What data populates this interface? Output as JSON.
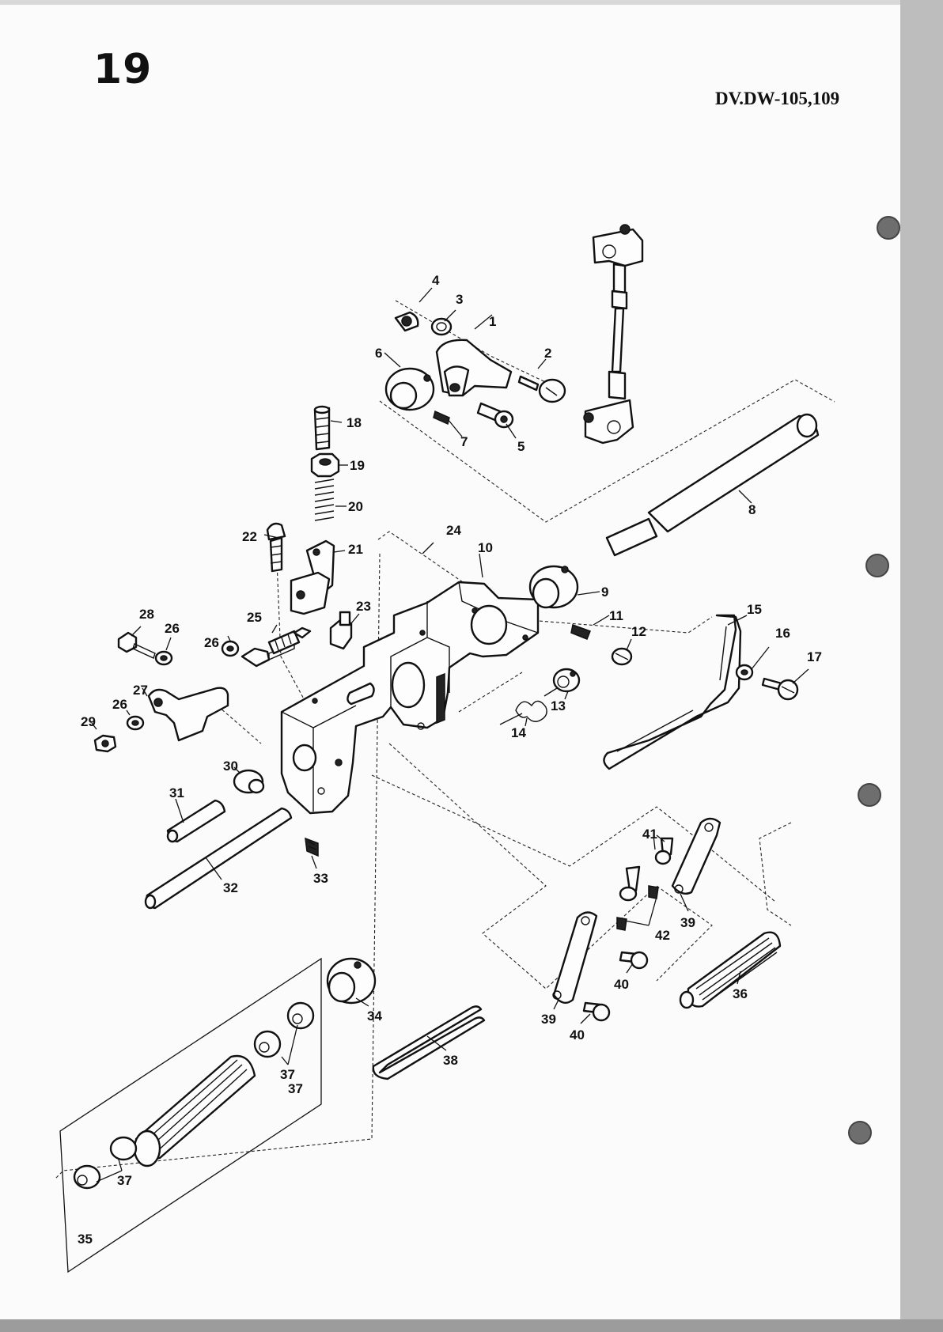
{
  "page": {
    "number": "19",
    "model": "DV.DW-105,109"
  },
  "callouts": [
    "1",
    "2",
    "3",
    "4",
    "5",
    "6",
    "7",
    "8",
    "9",
    "10",
    "11",
    "12",
    "13",
    "14",
    "15",
    "16",
    "17",
    "18",
    "19",
    "20",
    "21",
    "22",
    "23",
    "24",
    "25",
    "26",
    "26",
    "26",
    "27",
    "28",
    "29",
    "30",
    "31",
    "32",
    "33",
    "34",
    "35",
    "36",
    "37",
    "37",
    "37",
    "38",
    "39",
    "39",
    "40",
    "40",
    "41",
    "42"
  ],
  "binder_holes": 4,
  "colors": {
    "page": "#fbfbfb",
    "ink": "#111111",
    "binder_edge": "#bdbdbd"
  }
}
